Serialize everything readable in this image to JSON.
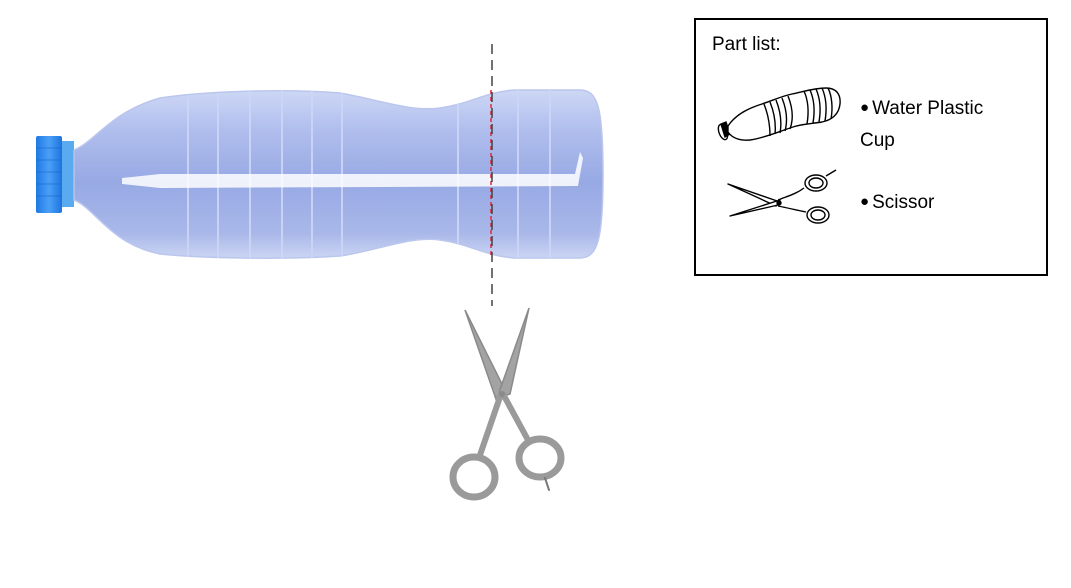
{
  "part_list": {
    "title": "Part list:",
    "items": [
      {
        "bullet": "●",
        "label_line1": "Water Plastic",
        "label_line2": "Cup",
        "icon": "bottle-icon"
      },
      {
        "bullet": "●",
        "label_line1": "Scissor",
        "icon": "scissors-icon"
      }
    ]
  },
  "colors": {
    "bottle_body": "#9fb0e6",
    "bottle_cap": "#2f86ea",
    "cut_line": "#444444",
    "cut_mark": "#e0283c",
    "scissors": "#9a9a9a",
    "frame": "#000000"
  }
}
